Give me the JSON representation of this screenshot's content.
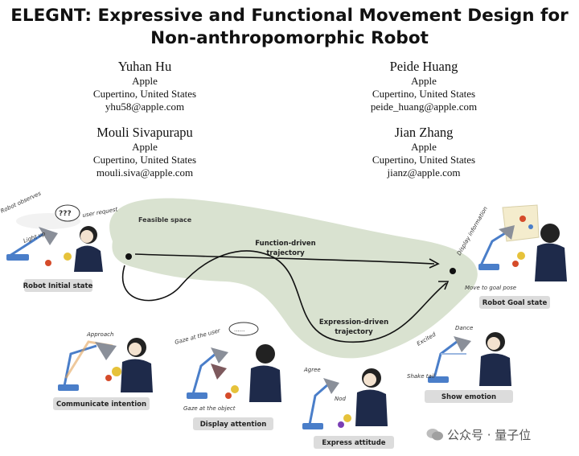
{
  "paper": {
    "title_line1": "ELEGNT: Expressive and Functional Movement Design for",
    "title_line2": "Non-anthropomorphic Robot",
    "authors": [
      {
        "name": "Yuhan Hu",
        "org": "Apple",
        "location": "Cupertino, United States",
        "email": "yhu58@apple.com"
      },
      {
        "name": "Peide Huang",
        "org": "Apple",
        "location": "Cupertino, United States",
        "email": "peide_huang@apple.com"
      },
      {
        "name": "Mouli Sivapurapu",
        "org": "Apple",
        "location": "Cupertino, United States",
        "email": "mouli.siva@apple.com"
      },
      {
        "name": "Jian Zhang",
        "org": "Apple",
        "location": "Cupertino, United States",
        "email": "jianz@apple.com"
      }
    ]
  },
  "figure": {
    "feasible_space": "Feasible space",
    "function_traj_1": "Function-driven",
    "function_traj_2": "trajectory",
    "expression_traj_1": "Expression-driven",
    "expression_traj_2": "trajectory",
    "labels": {
      "initial": "Robot Initial state",
      "goal": "Robot Goal state",
      "communicate": "Communicate intention",
      "display": "Display attention",
      "attitude": "Express attitude",
      "emotion": "Show emotion"
    },
    "notes": {
      "robot_observes": "Robot observes",
      "user_request": "user request",
      "light_up": "Light up",
      "qqq": "???",
      "display_information": "Display information",
      "move_to_goal": "Move to goal pose",
      "approach": "Approach",
      "gaze_user": "Gaze at the user",
      "gaze_object": "Gaze at the object",
      "agree": "Agree",
      "nod": "Nod",
      "excited": "Excited",
      "dance": "Dance",
      "shake_tail": "Shake tail",
      "ellipsis": "......"
    },
    "colors": {
      "blob": "#d9e2d0",
      "label_bg": "#dcdcdc"
    }
  },
  "watermark": {
    "text": "公众号 · 量子位"
  }
}
